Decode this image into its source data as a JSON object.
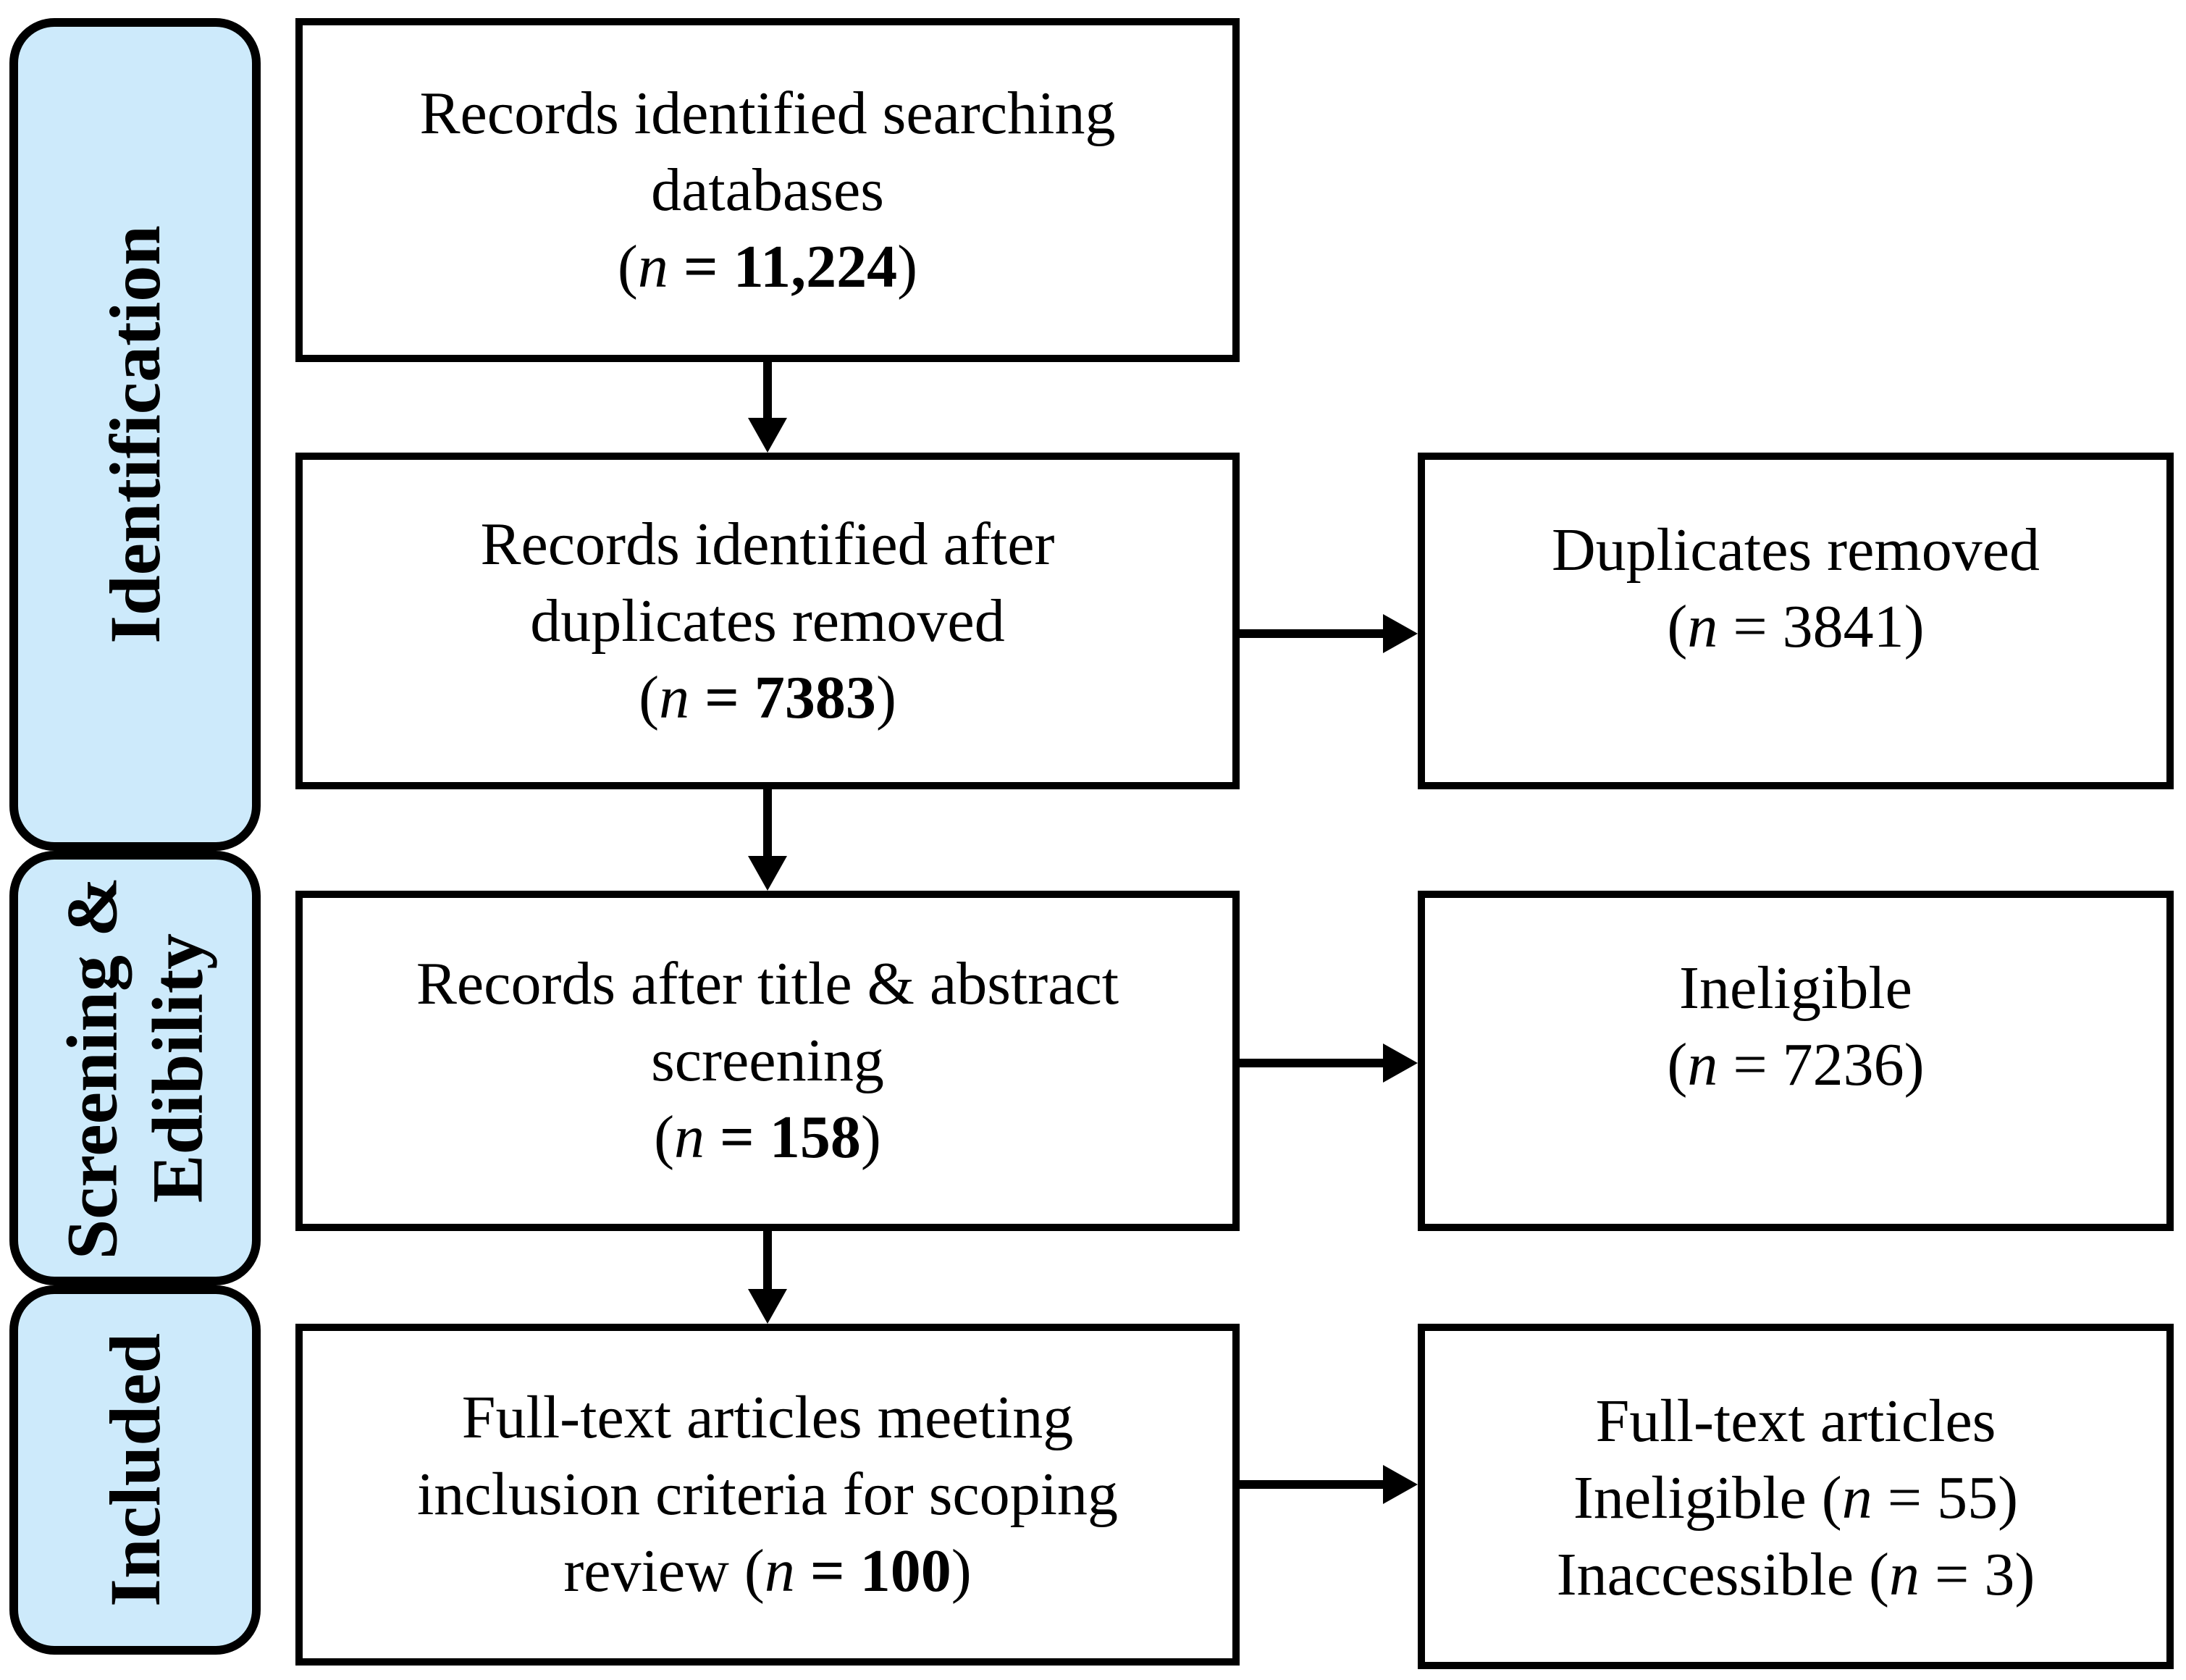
{
  "figure": {
    "type": "prisma-flow-diagram",
    "background": "#ffffff",
    "border_color": "#000000",
    "stage_fill": "#cdeafb"
  },
  "stages": [
    {
      "id": "identification",
      "lines": [
        "Identification"
      ]
    },
    {
      "id": "screening-edibility",
      "lines": [
        "Screening &",
        "Edibility"
      ]
    },
    {
      "id": "included",
      "lines": [
        "Included"
      ]
    }
  ],
  "main_boxes": [
    {
      "id": "records-identified",
      "lines": [
        [
          {
            "t": "Records identified searching"
          }
        ],
        [
          {
            "t": "databases"
          }
        ],
        [
          {
            "t": "("
          },
          {
            "t": "n",
            "i": 1
          },
          {
            "t": " "
          },
          {
            "t": "= 11,224",
            "b": 1
          },
          {
            "t": ")"
          }
        ]
      ]
    },
    {
      "id": "after-duplicates-removed",
      "lines": [
        [
          {
            "t": "Records identified after"
          }
        ],
        [
          {
            "t": "duplicates removed"
          }
        ],
        [
          {
            "t": "("
          },
          {
            "t": "n",
            "i": 1
          },
          {
            "t": " "
          },
          {
            "t": "= 7383",
            "b": 1
          },
          {
            "t": ")"
          }
        ]
      ]
    },
    {
      "id": "after-title-abstract-screening",
      "lines": [
        [
          {
            "t": "Records after title & abstract"
          }
        ],
        [
          {
            "t": "screening"
          }
        ],
        [
          {
            "t": "("
          },
          {
            "t": "n",
            "i": 1
          },
          {
            "t": " "
          },
          {
            "t": "= 158",
            "b": 1
          },
          {
            "t": ")"
          }
        ]
      ]
    },
    {
      "id": "full-text-included",
      "lines": [
        [
          {
            "t": "Full-text articles meeting"
          }
        ],
        [
          {
            "t": "inclusion criteria for scoping"
          }
        ],
        [
          {
            "t": "review ("
          },
          {
            "t": "n",
            "i": 1
          },
          {
            "t": " "
          },
          {
            "t": "= 100",
            "b": 1
          },
          {
            "t": ")"
          }
        ]
      ]
    }
  ],
  "side_boxes": [
    {
      "id": "duplicates-removed",
      "lines": [
        [
          {
            "t": "Duplicates removed"
          }
        ],
        [
          {
            "t": "("
          },
          {
            "t": "n",
            "i": 1
          },
          {
            "t": " = 3841)"
          }
        ]
      ]
    },
    {
      "id": "ineligible",
      "lines": [
        [
          {
            "t": "Ineligible"
          }
        ],
        [
          {
            "t": "("
          },
          {
            "t": "n",
            "i": 1
          },
          {
            "t": " = 7236)"
          }
        ]
      ]
    },
    {
      "id": "full-text-excluded",
      "lines": [
        [
          {
            "t": "Full-text articles"
          }
        ],
        [
          {
            "t": "Ineligible ("
          },
          {
            "t": "n",
            "i": 1
          },
          {
            "t": " = 55)"
          }
        ],
        [
          {
            "t": "Inaccessible ("
          },
          {
            "t": "n",
            "i": 1
          },
          {
            "t": " = 3)"
          }
        ]
      ]
    }
  ]
}
